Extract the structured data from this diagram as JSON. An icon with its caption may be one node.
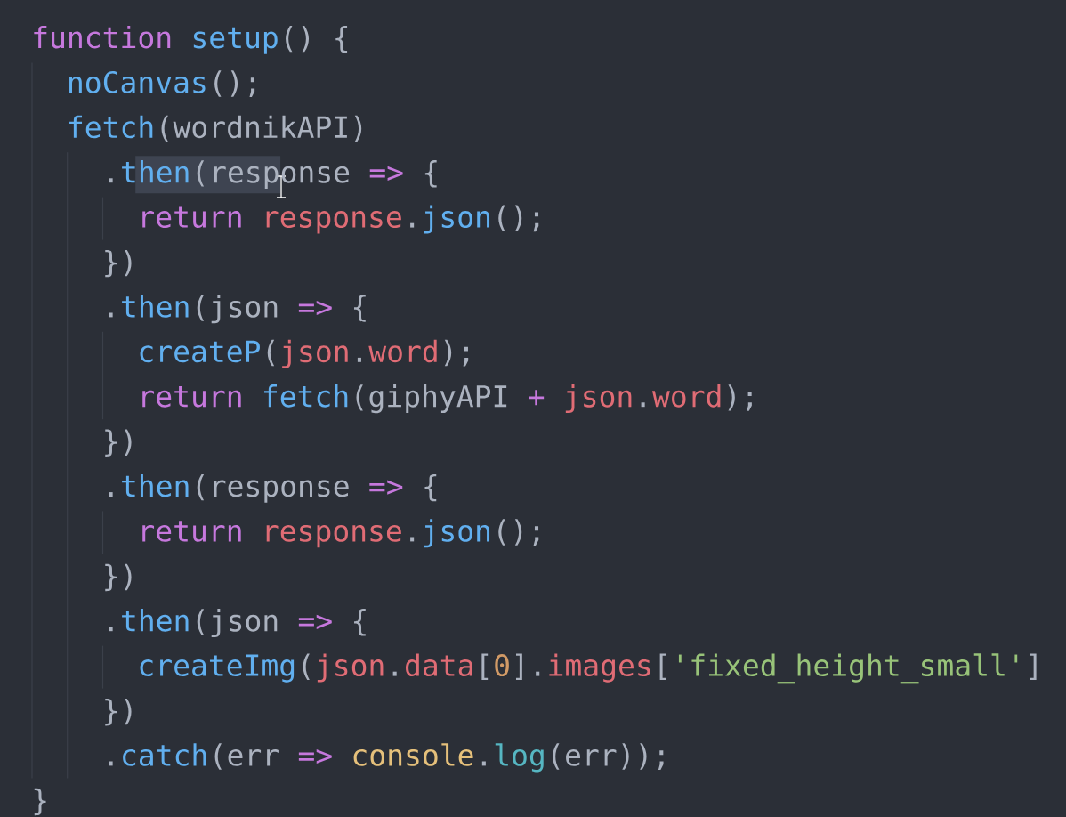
{
  "diagram": {
    "labels": [
      "function",
      "setup",
      "() {",
      "noCanvas",
      "();",
      "fetch",
      "(wordnikAPI)",
      ".",
      "then",
      "(",
      "response",
      "=>",
      "{",
      "return",
      "response",
      ".",
      "json",
      "();",
      "})",
      ".",
      "then",
      "(json",
      "=>",
      "{",
      "createP",
      "(",
      "json",
      ".",
      "word",
      ");",
      "return",
      "fetch",
      "(giphyAPI",
      "+",
      "json",
      ".",
      "word",
      ");",
      "})",
      ".",
      "then",
      "(response",
      "=>",
      "{",
      "return",
      "response",
      ".",
      "json",
      "();",
      "})",
      ".",
      "then",
      "(json",
      "=>",
      "{",
      "createImg",
      "(",
      "json",
      ".",
      "data",
      "[",
      "0",
      "].",
      "images",
      "[",
      "'fixed_height_small'",
      "]",
      "})",
      ".",
      "catch",
      "(err",
      "=>",
      "console",
      ".",
      "log",
      "(err));",
      "}"
    ]
  }
}
